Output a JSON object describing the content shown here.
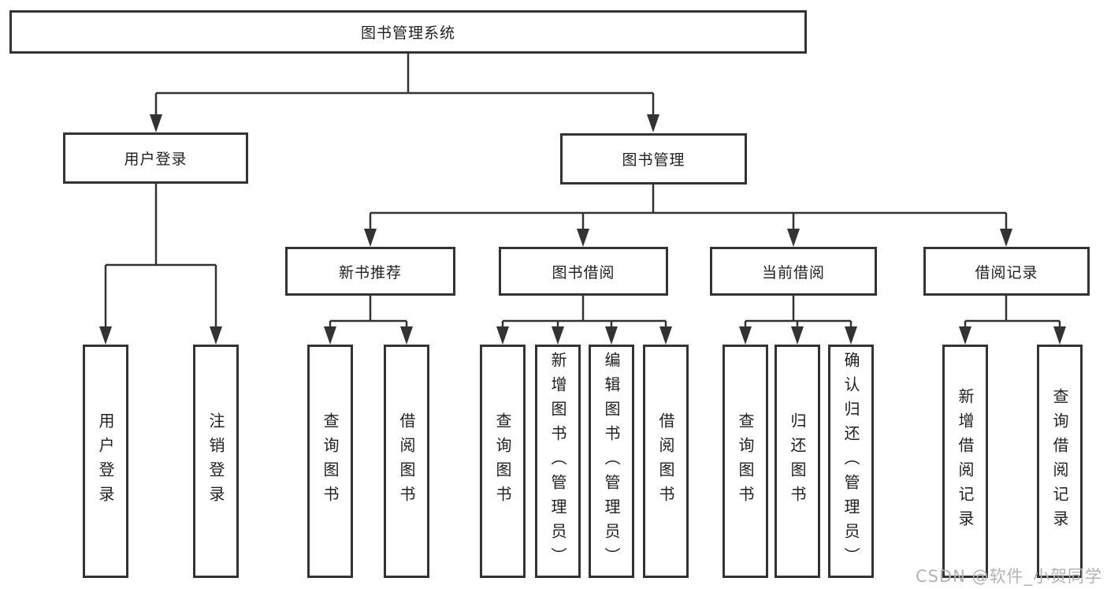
{
  "diagram_title": "图书管理系统",
  "tree": {
    "label": "图书管理系统",
    "children": [
      {
        "label": "用户登录",
        "children": [
          {
            "label": "用户登录"
          },
          {
            "label": "注销登录"
          }
        ]
      },
      {
        "label": "图书管理",
        "children": [
          {
            "label": "新书推荐",
            "children": [
              {
                "label": "查询图书"
              },
              {
                "label": "借阅图书"
              }
            ]
          },
          {
            "label": "图书借阅",
            "children": [
              {
                "label": "查询图书"
              },
              {
                "label": "新增图书（管理员）"
              },
              {
                "label": "编辑图书（管理员）"
              },
              {
                "label": "借阅图书"
              }
            ]
          },
          {
            "label": "当前借阅",
            "children": [
              {
                "label": "查询图书"
              },
              {
                "label": "归还图书"
              },
              {
                "label": "确认归还（管理员）"
              }
            ]
          },
          {
            "label": "借阅记录",
            "children": [
              {
                "label": "新增借阅记录"
              },
              {
                "label": "查询借阅记录"
              }
            ]
          }
        ]
      }
    ]
  },
  "watermark": "CSDN @软件_小贺同学",
  "colors": {
    "line": "#333333",
    "box_border": "#333333",
    "box_fill": "#ffffff",
    "text": "#1f1f1f",
    "watermark": "#b3b3b3"
  }
}
